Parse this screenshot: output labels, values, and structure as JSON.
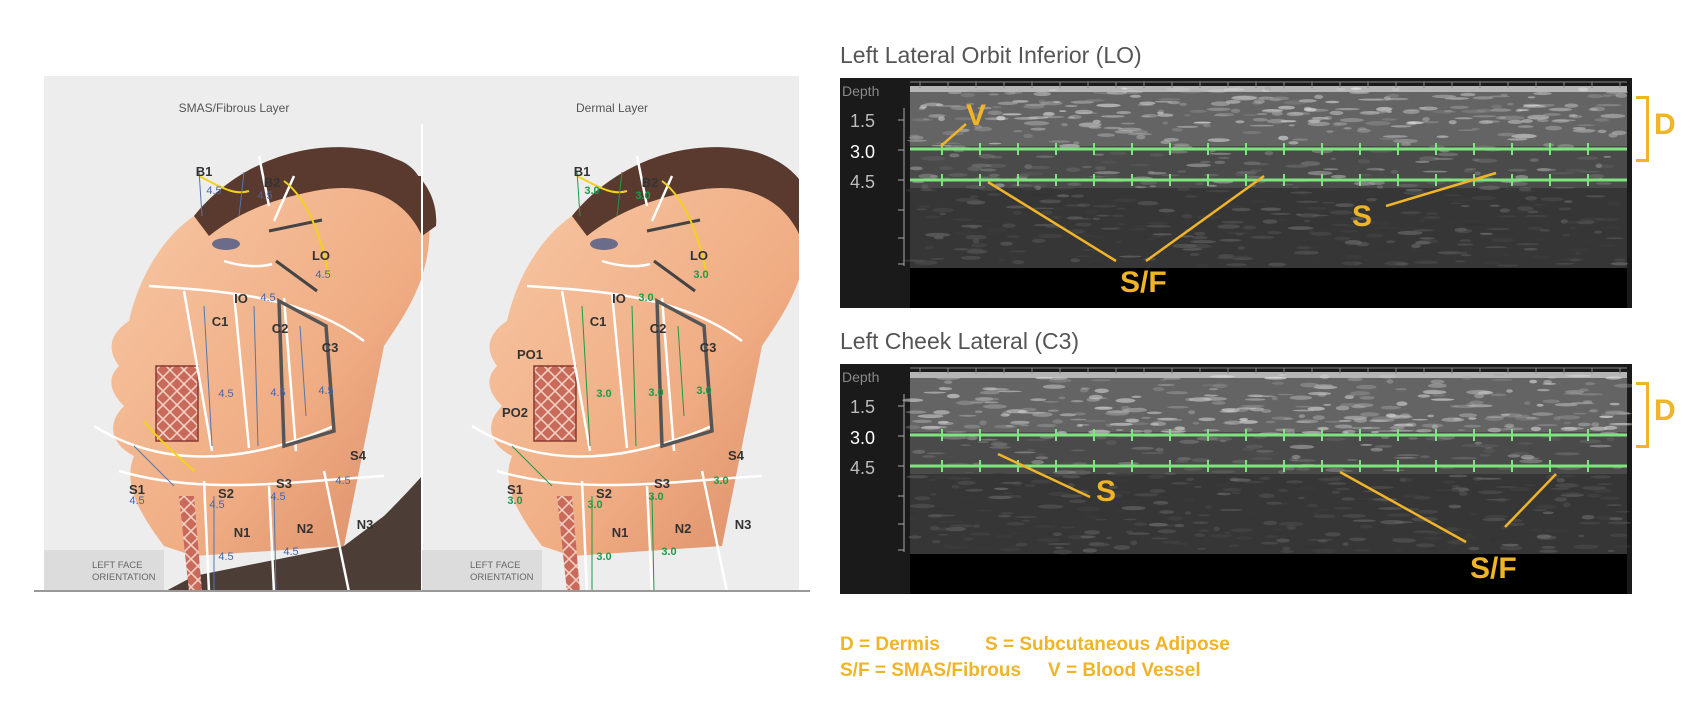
{
  "face_diagram": {
    "panels": [
      {
        "title": "SMAS/Fibrous Layer",
        "orientation": [
          "LEFT FACE",
          "ORIENTATION"
        ],
        "zones": [
          "B1",
          "B2",
          "LO",
          "IO",
          "C1",
          "C2",
          "C3",
          "S4",
          "S1",
          "S2",
          "S3",
          "N1",
          "N2",
          "N3"
        ],
        "depths": [
          "4.5",
          "4.5",
          "4.5",
          "4.5",
          "4.5",
          "4.5",
          "4.5",
          "4.5",
          "4.5",
          "4.5",
          "4.5",
          "4.5",
          "4.5"
        ]
      },
      {
        "title": "Dermal Layer",
        "orientation": [
          "LEFT FACE",
          "ORIENTATION"
        ],
        "zones": [
          "B1",
          "B2",
          "LO",
          "IO",
          "C1",
          "C2",
          "C3",
          "S4",
          "S1",
          "S2",
          "S3",
          "N1",
          "N2",
          "N3",
          "PO1",
          "PO2"
        ],
        "depths": [
          "3.0",
          "3.0",
          "3.0",
          "3.0",
          "3.0",
          "3.0",
          "3.0",
          "3.0",
          "3.0",
          "3.0",
          "3.0",
          "3.0",
          "3.0"
        ]
      }
    ]
  },
  "ultrasound": [
    {
      "title": "Left Lateral Orbit Inferior (LO)",
      "depth_header": "Depth",
      "depth_labels": [
        "1.5",
        "3.0",
        "4.5"
      ],
      "annotations": [
        "V",
        "S",
        "S/F"
      ],
      "dermis_label": "D"
    },
    {
      "title": "Left Cheek Lateral (C3)",
      "depth_header": "Depth",
      "depth_labels": [
        "1.5",
        "3.0",
        "4.5"
      ],
      "annotations": [
        "S",
        "S/F"
      ],
      "dermis_label": "D"
    }
  ],
  "legend": {
    "line1": [
      "D = Dermis",
      "S = Subcutaneous Adipose"
    ],
    "line2": [
      "S/F = SMAS/Fibrous",
      "V = Blood Vessel"
    ]
  },
  "colors": {
    "annotation": "#f0b429",
    "depth_line": "#7fe37f",
    "skin": "#f2b48f",
    "grid": "#ffffff"
  }
}
